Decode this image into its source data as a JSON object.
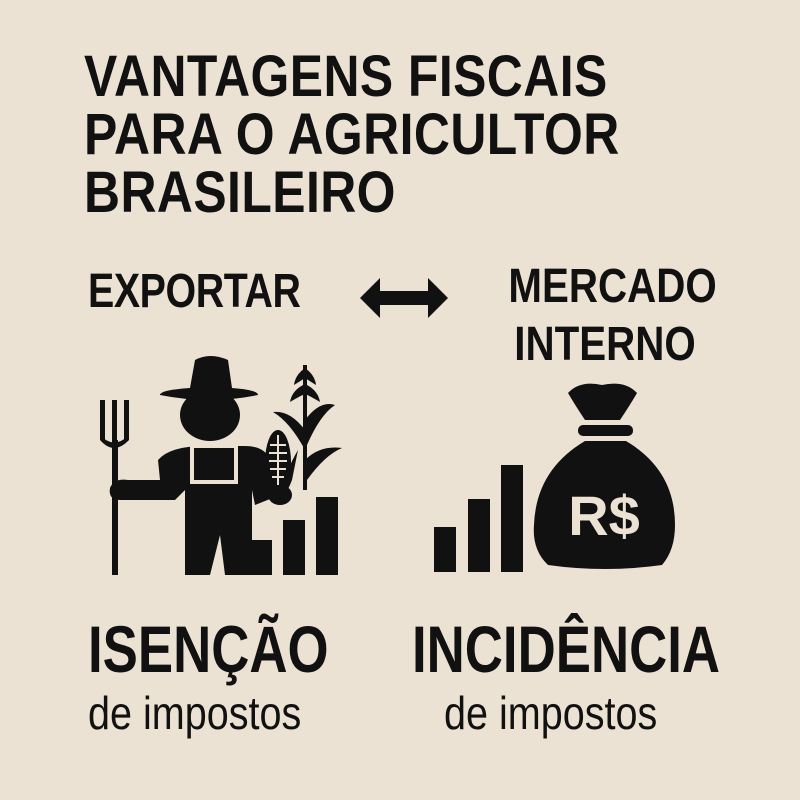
{
  "title": {
    "lines": [
      "VANTAGENS FISCAIS",
      "PARA O AGRICULTOR",
      "BRASILEIRO"
    ]
  },
  "comparison": {
    "left_label": "EXPORTAR",
    "arrow_icon": "double-arrow-icon",
    "right_label_lines": [
      "MERCADO",
      "INTERNO"
    ]
  },
  "left_panel": {
    "icons": [
      "farmer-icon",
      "pitchfork-icon",
      "corn-icon",
      "corn-plant-icon",
      "bar-chart-icon"
    ],
    "title": "ISENÇÃO",
    "subtitle": "de impostos"
  },
  "right_panel": {
    "icons": [
      "bar-chart-icon",
      "money-bag-icon"
    ],
    "bag_symbol": "R$",
    "title": "INCIDÊNCIA",
    "subtitle": "de impostos"
  },
  "colors": {
    "background": "#ebe2d3",
    "ink": "#111111"
  }
}
